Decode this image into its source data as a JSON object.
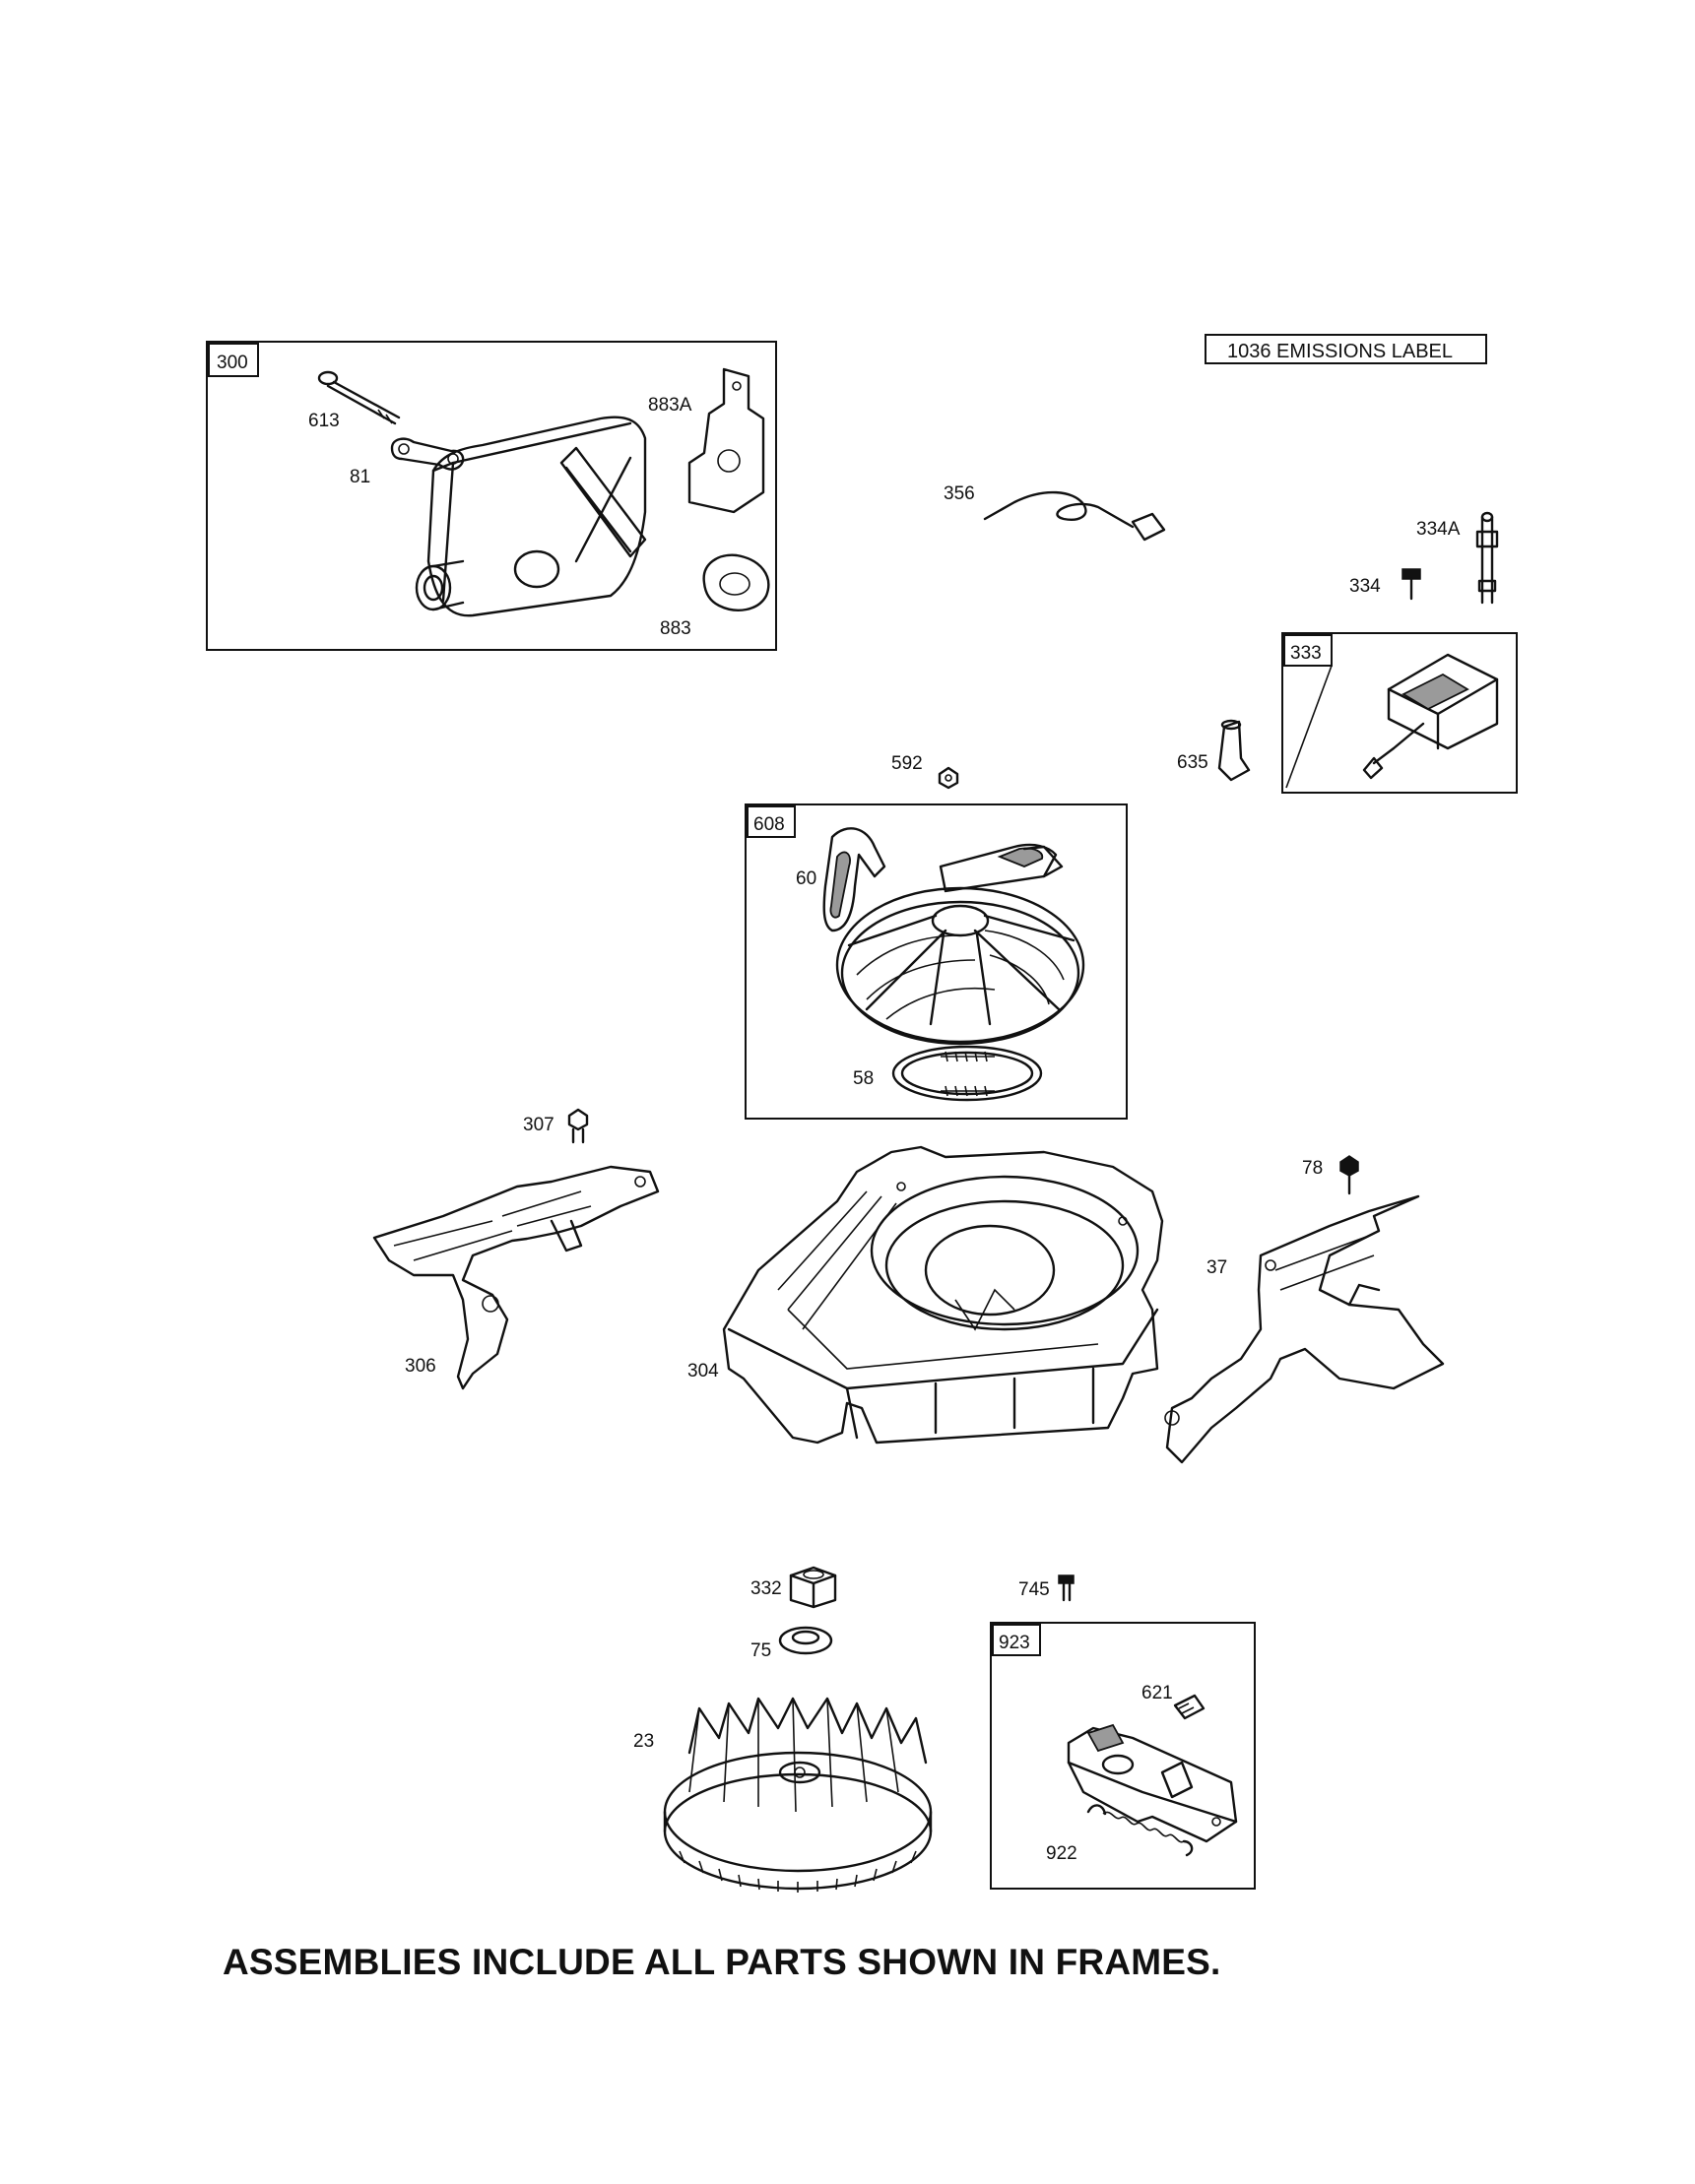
{
  "frames": {
    "f300": "300",
    "f333": "333",
    "f608": "608",
    "f923": "923"
  },
  "emissions_label": "1036 EMISSIONS LABEL",
  "parts": {
    "p613": "613",
    "p81": "81",
    "p883A": "883A",
    "p883": "883",
    "p356": "356",
    "p334A": "334A",
    "p334": "334",
    "p635": "635",
    "p592": "592",
    "p60": "60",
    "p58": "58",
    "p307": "307",
    "p306": "306",
    "p304": "304",
    "p78": "78",
    "p37": "37",
    "p332": "332",
    "p75": "75",
    "p23": "23",
    "p745": "745",
    "p621": "621",
    "p922": "922"
  },
  "footer": "ASSEMBLIES INCLUDE ALL PARTS SHOWN IN FRAMES."
}
